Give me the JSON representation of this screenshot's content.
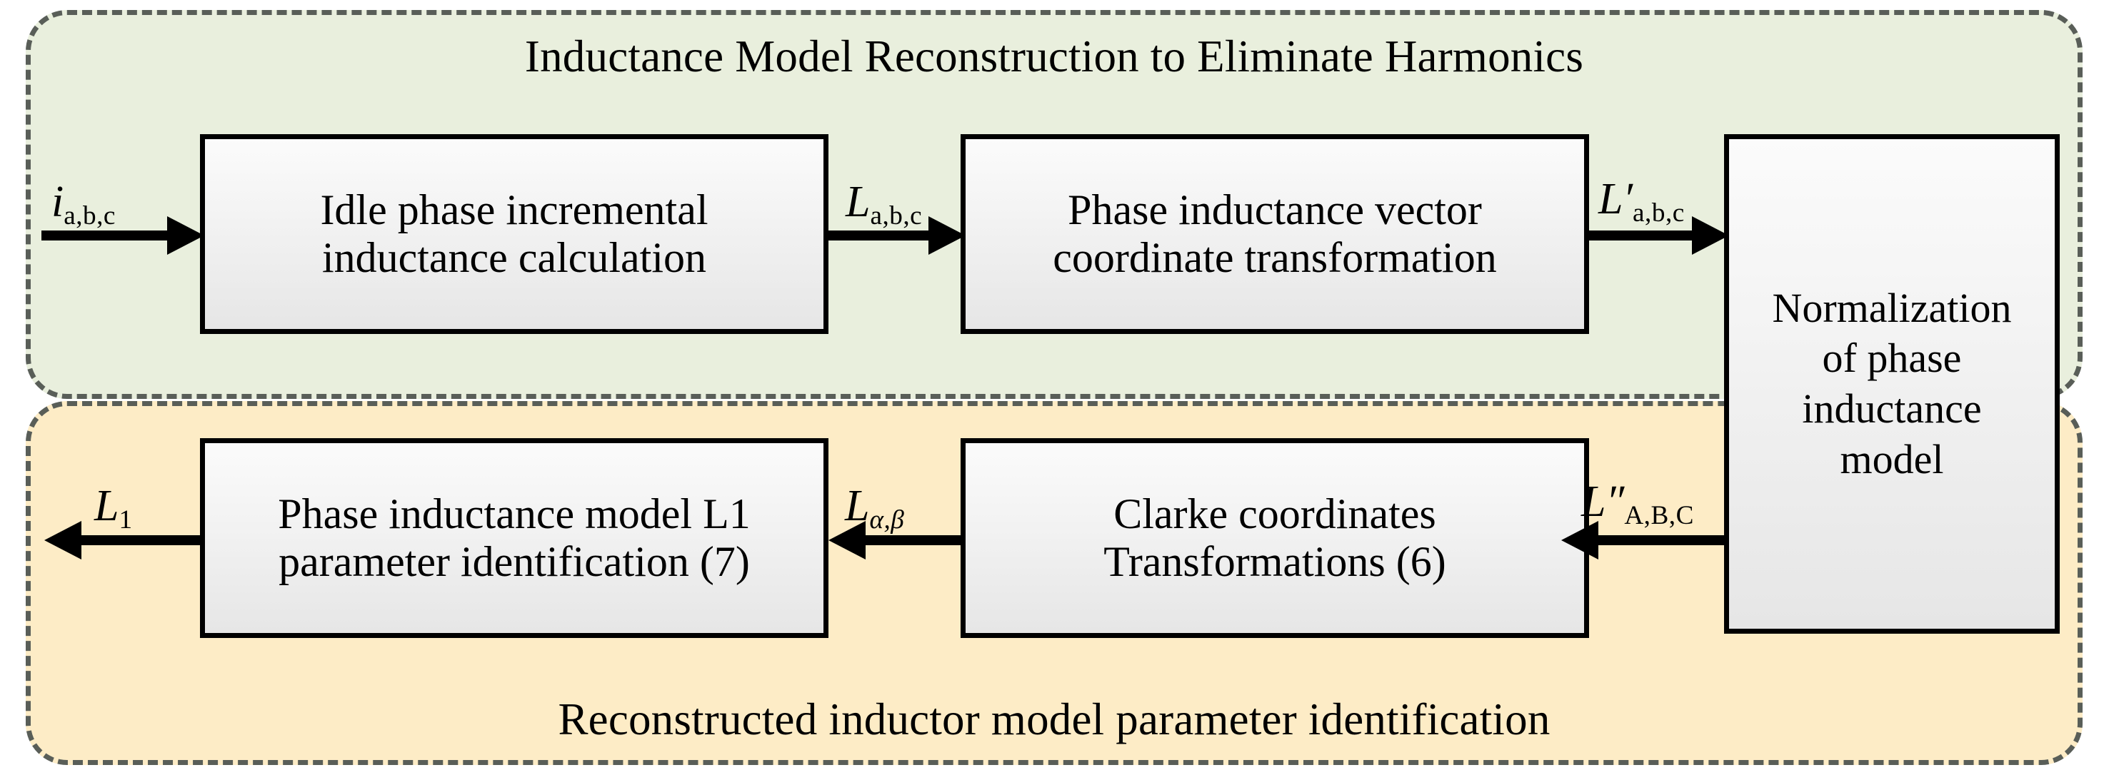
{
  "diagram": {
    "title": "Inductance Model Reconstruction to Eliminate Harmonics",
    "caption": "Reconstructed inductor model parameter identification",
    "panels": {
      "top": {
        "label": "Inductance Model Reconstruction to Eliminate Harmonics",
        "color": "#e9efdd",
        "border_color": "#595e58",
        "border_style": "dashed"
      },
      "bottom": {
        "label": "Reconstructed inductor model parameter identification",
        "color": "#fdecc6",
        "border_color": "#595e58",
        "border_style": "dashed"
      }
    },
    "boxes": {
      "idle": {
        "line1": "Idle phase incremental",
        "line2": "inductance calculation"
      },
      "vector": {
        "line1": "Phase inductance vector",
        "line2": "coordinate transformation"
      },
      "normalization": {
        "line1": "Normalization",
        "line2": "of phase",
        "line3": "inductance",
        "line4": "model"
      },
      "param": {
        "line1": "Phase inductance model L1",
        "line2": "parameter identification (7)"
      },
      "clarke": {
        "line1": "Clarke coordinates",
        "line2": "Transformations (6)"
      }
    },
    "signals": {
      "input_current": {
        "symbol": "i",
        "prime": "",
        "subscript": "a,b,c"
      },
      "phase_inductance": {
        "symbol": "L",
        "prime": "",
        "subscript": "a,b,c"
      },
      "transformed_inductance": {
        "symbol": "L",
        "prime": "′",
        "subscript": "a,b,c"
      },
      "normalized_inductance": {
        "symbol": "L",
        "prime": "″",
        "subscript": "A,B,C"
      },
      "clarke_inductance": {
        "symbol": "L",
        "prime": "",
        "subscript": "α,β"
      },
      "output_inductance": {
        "symbol": "L",
        "prime": "",
        "subscript": "1"
      }
    }
  }
}
